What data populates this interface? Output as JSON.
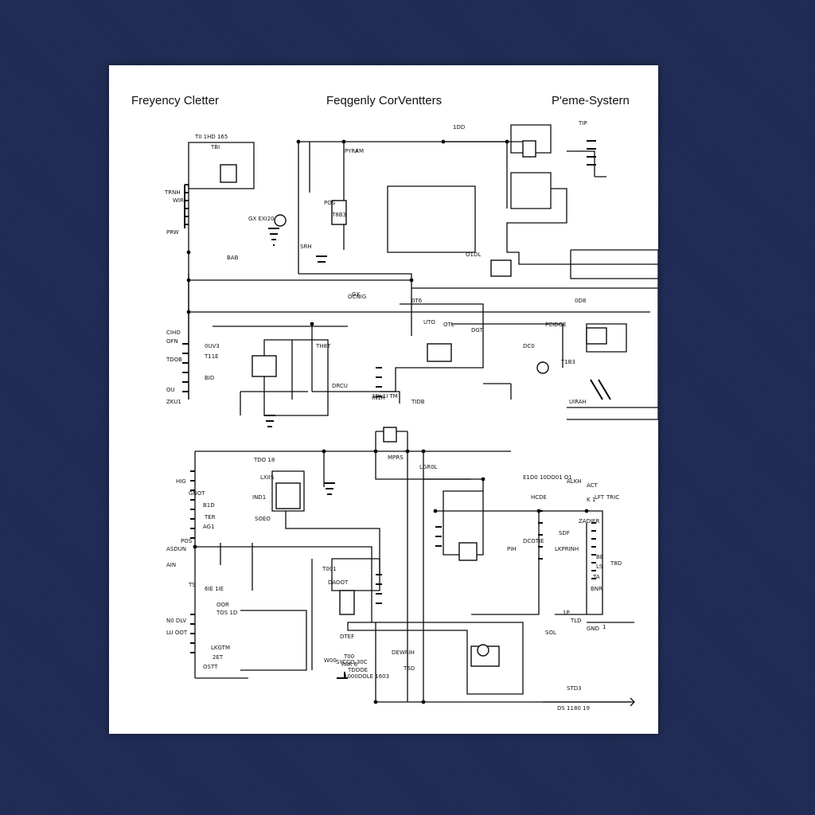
{
  "header": {
    "left_title": "Freyency Cletter",
    "center_title": "Feqgenly CorVentters",
    "right_title": "P'eme-Systern"
  },
  "labels": [
    "TII 1HD 165",
    "1DD",
    "TIP",
    "TBI",
    "POS",
    "T8B3",
    "TRNH",
    "WIR",
    "PRW",
    "BAB",
    "PYRA",
    "FM",
    "CIHO",
    "OFN",
    "TDOB",
    "OU",
    "ZKU1",
    "GX EXI20",
    "SRH",
    "OCNIG",
    "O1DL",
    "0T6",
    "0D8",
    "1DL1I TM",
    "TIDB",
    "PCIDOE",
    "DC0",
    "T1B3",
    "UIRAH",
    "GX",
    "UTO",
    "OTL",
    "DGT",
    "TH8T",
    "DRCU",
    "0UV3",
    "T11E",
    "BID",
    "IN1R",
    "E1D0 10DO01 O1",
    "HCDE",
    "PIH",
    "ALKH",
    "ACT",
    "LFT",
    "SDF",
    "LKPRINH",
    "T001",
    "DAOOT",
    "DTEF",
    "T00",
    "W00",
    "HIG",
    "GNOT",
    "B1D",
    "TER",
    "AG1",
    "POS",
    "ASDUN",
    "AIN",
    "OOR",
    "TOS 1D",
    "N0 DLV",
    "LU OOT",
    "TS",
    "6IE 1IE",
    "LKGTM",
    "2ET",
    "OSTT",
    "TDO 18",
    "LXIIS",
    "IND1",
    "SOEO",
    "SYCCO 30C",
    "TDOOE",
    "DEWRIH",
    "T6D",
    "MPRS",
    "LGR0L",
    "DCOTIE",
    "BE",
    "LS",
    "TA",
    "BNR",
    "1P",
    "TLD",
    "K 1",
    "ZADIER",
    "TRIC",
    "GND",
    "1000DOLE 1603",
    "SOL",
    "PAR 6",
    "T8D",
    "1",
    "DS 1180 19",
    "STD3"
  ]
}
